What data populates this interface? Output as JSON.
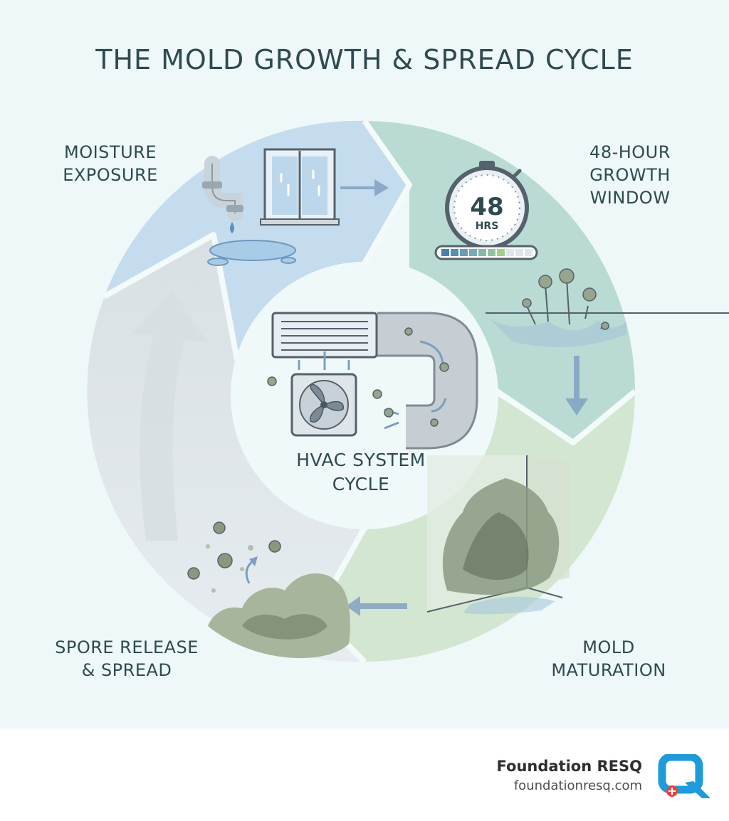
{
  "title": "THE MOLD GROWTH & SPREAD CYCLE",
  "stages": [
    {
      "line1": "MOISTURE",
      "line2": "EXPOSURE"
    },
    {
      "line1": "48-HOUR",
      "line2": "GROWTH",
      "line3": "WINDOW"
    },
    {
      "line1": "MOLD",
      "line2": "MATURATION"
    },
    {
      "line1": "SPORE RELEASE",
      "line2": "& SPREAD"
    }
  ],
  "center": {
    "line1": "HVAC SYSTEM",
    "line2": "CYCLE"
  },
  "timer": {
    "value": "48",
    "unit": "HRS"
  },
  "brand": {
    "name": "Foundation RESQ",
    "url": "foundationresq.com"
  },
  "colors": {
    "moisture": "#c4dcee",
    "growth": "#b9dbd3",
    "maturation": "#d3e6d2",
    "spore": "#e5ebee",
    "text": "#2f4a4f",
    "logo": "#1e9bd8",
    "logo_accent": "#e8453c"
  },
  "icons": [
    "pipe-icon",
    "window-icon",
    "stopwatch-icon",
    "mold-spore-icon",
    "hvac-unit-icon",
    "fan-icon",
    "duct-icon",
    "foundation-resq-logo"
  ]
}
